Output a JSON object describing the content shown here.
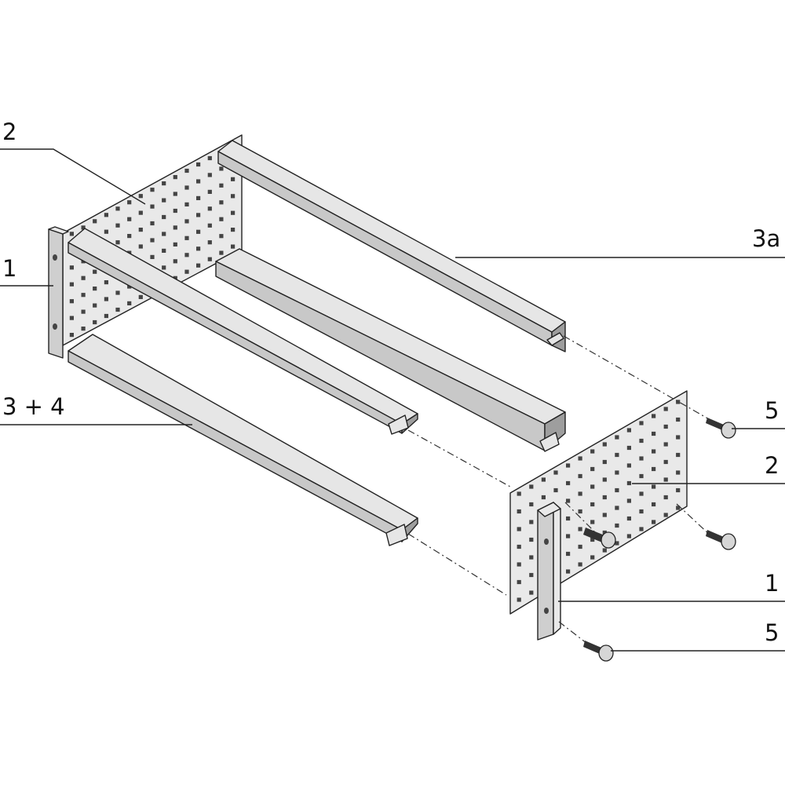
{
  "labels": {
    "side_panel_rear": "2",
    "front_panel_left": "1",
    "horizontal_rail_front": "3 + 4",
    "horizontal_rail_rear": "3a",
    "screw_upper": "5",
    "side_panel_front": "2",
    "screw_lower": "5",
    "front_panel_right": "1"
  }
}
